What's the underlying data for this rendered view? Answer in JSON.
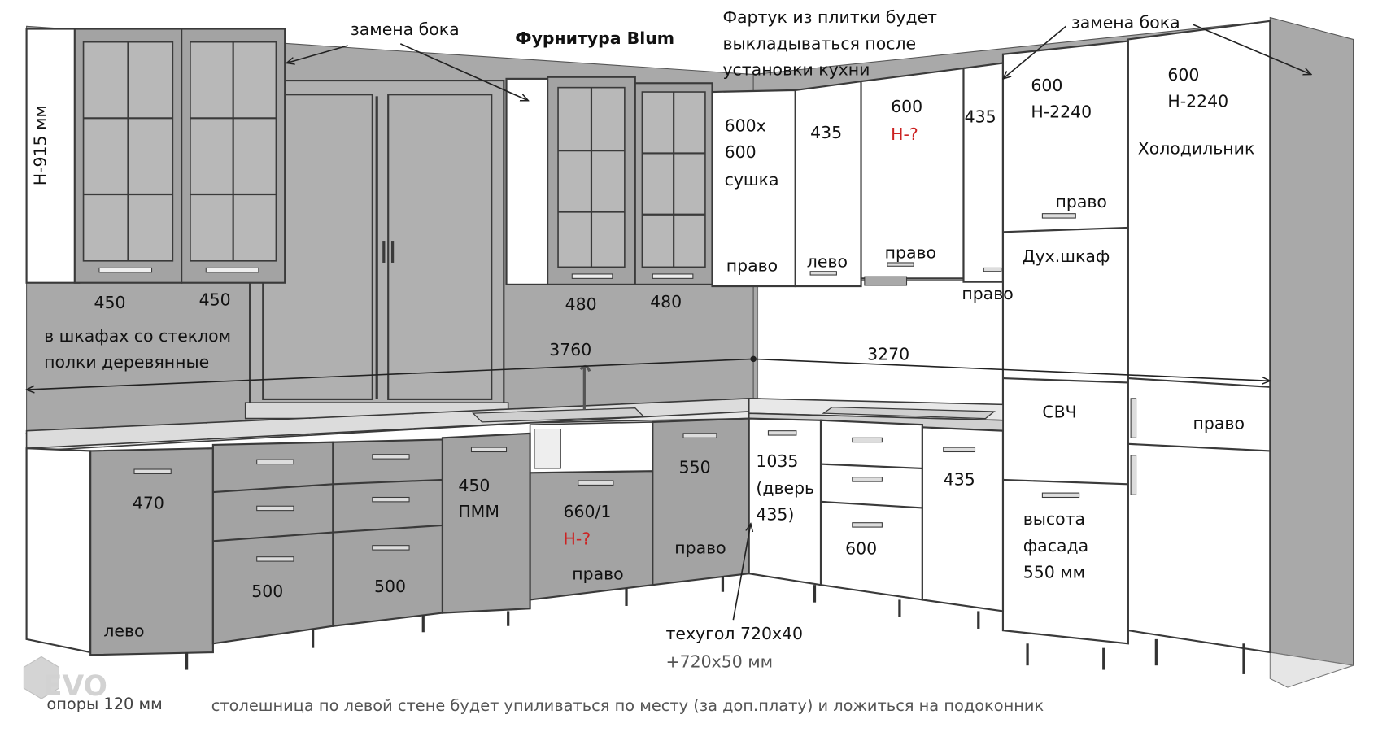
{
  "labels": {
    "hinge_top_left": "замена бока",
    "hardware": "Фурнитура Blum",
    "backsplash_note": [
      "Фартук из плитки будет",
      "выкладываться после",
      "установки кухни"
    ],
    "hinge_top_right": "замена бока",
    "wall_cab_height": "Н-915 мм",
    "w450a": "450",
    "w450b": "450",
    "glass_note": [
      "в шкафах со стеклом",
      "полки деревянные"
    ],
    "w480a": "480",
    "w480b": "480",
    "dim_left_wall": "3760",
    "dim_right_wall": "3270",
    "dryer": [
      "600х",
      "600",
      "сушка"
    ],
    "dryer_hinge": "право",
    "u435": "435",
    "u435_hinge": "лево",
    "u600": "600",
    "u600_height": "Н-?",
    "u600_hinge": "право",
    "u435b": "435",
    "u435b_hinge": "право",
    "tall1_size": [
      "600",
      "Н-2240"
    ],
    "tall1_upper_hinge": "право",
    "oven": "Дух.шкаф",
    "microwave": "СВЧ",
    "front_height": [
      "высота",
      "фасада",
      "550 мм"
    ],
    "tall2_size": [
      "600",
      "Н-2240"
    ],
    "fridge": "Холодильник",
    "fridge_hinge": "право",
    "b470": "470",
    "b470_hinge": "лево",
    "b500a": "500",
    "b500b": "500",
    "b450": [
      "450",
      "ПММ"
    ],
    "b660": "660/1",
    "b660_height": "Н-?",
    "b660_hinge": "право",
    "b550": "550",
    "b550_hinge": "право",
    "corner": [
      "1035",
      "(дверь",
      "435)"
    ],
    "b600": "600",
    "b435": "435",
    "filler": [
      "техугол 720х40",
      "+720х50 мм"
    ],
    "legs": "опоры 120 мм",
    "countertop_note": "столешница по левой стене будет упиливаться по месту (за доп.плату) и ложиться на подоконник",
    "watermark": "EVO"
  },
  "colors": {
    "wall": "#a9a9a9",
    "cabinet": "#a3a3a3",
    "white": "#ffffff",
    "outline": "#3a3a3a",
    "red_note": "#cc2222"
  }
}
